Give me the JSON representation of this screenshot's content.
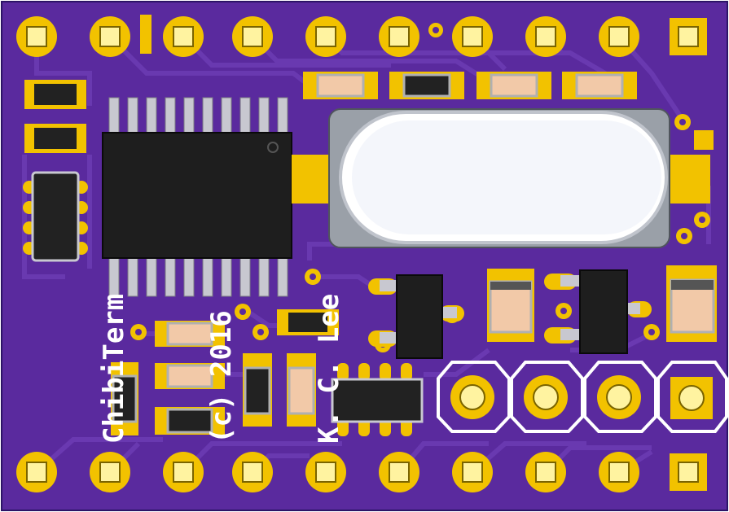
{
  "board": {
    "silkscreen_lines": [
      "ChibiTerm",
      "(c) 2016",
      "K. C. Lee"
    ],
    "colors": {
      "soldermask": "#5a2a9e",
      "copper_pad": "#f2c200",
      "ic_body": "#222222",
      "ic_leads": "#c8c8d0",
      "crystal_shell": "#9aa0a8",
      "crystal_top": "#f4f6fb",
      "ceramic_cap": "#f2c9a8",
      "silkscreen": "#ffffff"
    },
    "components": {
      "ic": "tssop-20-ic",
      "crystal": "hc49-crystal",
      "resistor_array": "resistor-network-4x",
      "regulators": [
        "sot23-transistor",
        "sot23-transistor"
      ],
      "header": "4-pin-header"
    }
  }
}
